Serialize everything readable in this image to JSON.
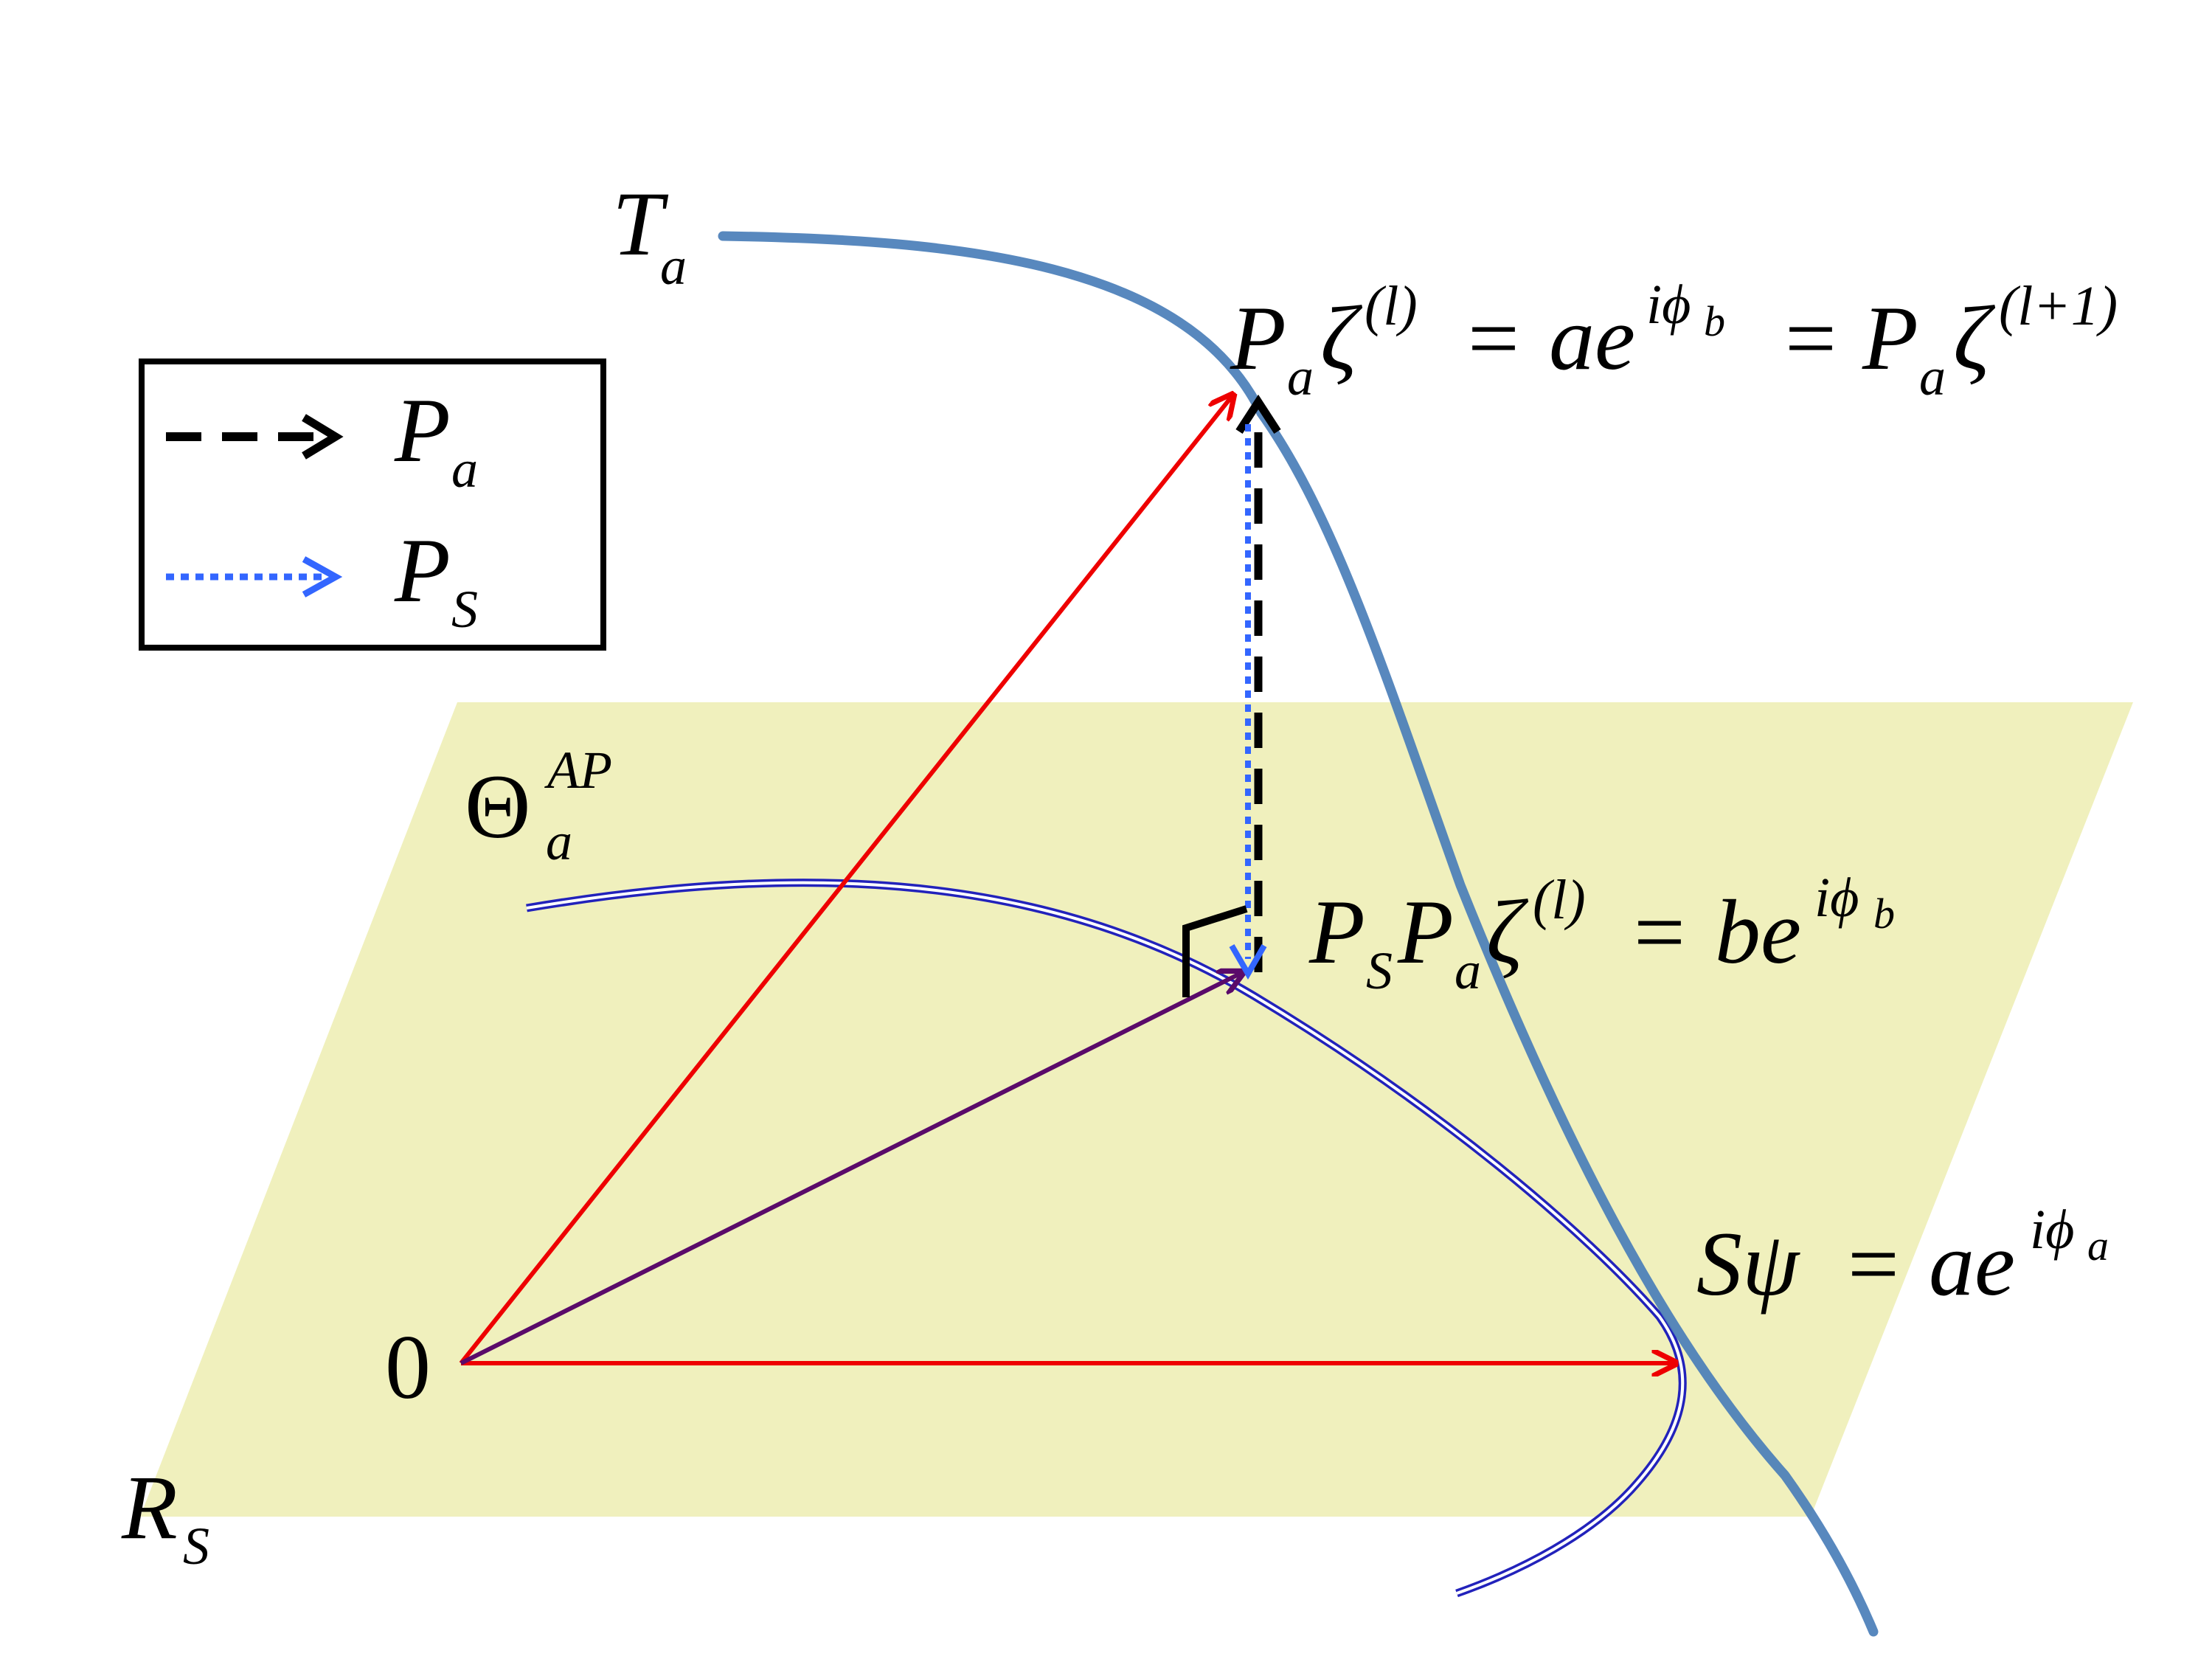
{
  "legend": {
    "items": [
      {
        "symbol": "P",
        "subscript": "a",
        "style": "dashed",
        "color": "#000000"
      },
      {
        "symbol": "P",
        "subscript": "S",
        "style": "dotted",
        "color": "#3366ff"
      }
    ]
  },
  "labels": {
    "Ta": {
      "symbol": "T",
      "subscript": "a"
    },
    "Theta": {
      "symbol": "Θ",
      "subscript": "a",
      "superscript": "AP"
    },
    "origin": "0",
    "RS": {
      "symbol": "R",
      "subscript": "S"
    },
    "eq_top": {
      "p1": "P",
      "p1_sub": "a",
      "z1": "ζ",
      "z1_sup": "(l)",
      "eq": "=",
      "a": "ae",
      "a_sup": "iϕ",
      "a_supsub": "b",
      "eq2": "=",
      "p2": "P",
      "p2_sub": "a",
      "z2": "ζ",
      "z2_sup": "(l+1)"
    },
    "eq_mid": {
      "ps": "P",
      "ps_sub": "S",
      "pa": "P",
      "pa_sub": "a",
      "z": "ζ",
      "z_sup": "(l)",
      "eq": "=",
      "b": "be",
      "b_sup": "iϕ",
      "b_supsub": "b"
    },
    "eq_right": {
      "s": "Sψ",
      "eq": "=",
      "a": "ae",
      "a_sup": "iϕ",
      "a_supsub": "a"
    }
  },
  "colors": {
    "plane": "#eeeeb6",
    "curve_T": "#4a7eb8",
    "curve_Theta": "#2222bb",
    "vector_red": "#ee0000",
    "vector_purple": "#5a0a6a",
    "projection_Pa": "#000000",
    "projection_PS": "#3366ff"
  }
}
